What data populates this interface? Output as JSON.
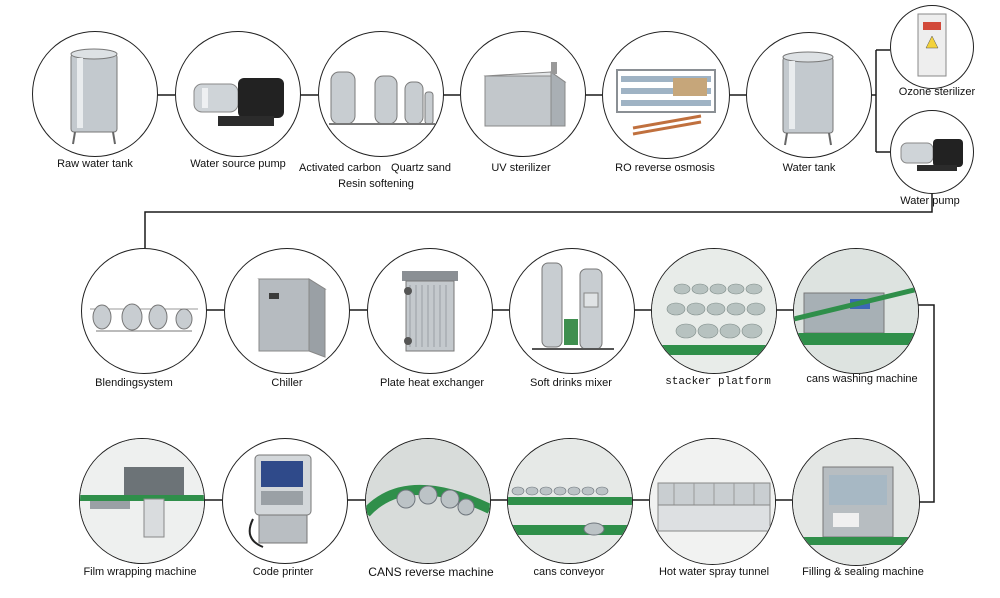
{
  "row1": [
    {
      "id": "raw-water-tank",
      "label": "Raw water tank",
      "icon": "tank-icon"
    },
    {
      "id": "water-source-pump",
      "label": "Water source pump",
      "icon": "pump-icon"
    },
    {
      "id": "filters",
      "label_a": "Activated carbon",
      "label_b": "Quartz sand",
      "label_c": "Resin softening",
      "icon": "filter-tanks-icon"
    },
    {
      "id": "uv-sterilizer",
      "label": "UV sterilizer",
      "icon": "uv-box-icon"
    },
    {
      "id": "ro-reverse-osmosis",
      "label": "RO reverse osmosis",
      "icon": "ro-system-icon"
    },
    {
      "id": "water-tank",
      "label": "Water tank",
      "icon": "tank-icon"
    },
    {
      "id": "ozone-sterilizer",
      "label": "Ozone sterilizer",
      "icon": "ozone-cabinet-icon"
    },
    {
      "id": "water-pump",
      "label": "Water pump",
      "icon": "pump-icon"
    }
  ],
  "row2": [
    {
      "id": "blending-system",
      "label": "Blendingsystem",
      "icon": "mixing-tanks-icon"
    },
    {
      "id": "chiller",
      "label": "Chiller",
      "icon": "chiller-icon"
    },
    {
      "id": "plate-heat-exchanger",
      "label": "Plate heat exchanger",
      "icon": "heat-exchanger-icon"
    },
    {
      "id": "soft-drinks-mixer",
      "label": "Soft drinks mixer",
      "icon": "mixer-icon"
    },
    {
      "id": "stacker-platform",
      "label": "stacker platform",
      "icon": "cans-platform-icon"
    },
    {
      "id": "cans-washing-machine",
      "label": "cans washing machine",
      "icon": "washer-icon"
    }
  ],
  "row3": [
    {
      "id": "film-wrapping-machine",
      "label": "Film wrapping machine",
      "icon": "film-wrap-icon"
    },
    {
      "id": "code-printer",
      "label": "Code printer",
      "icon": "printer-icon"
    },
    {
      "id": "cans-reverse-machine",
      "label": "CANS reverse machine",
      "icon": "cans-reverse-icon"
    },
    {
      "id": "cans-conveyor",
      "label": "cans conveyor",
      "icon": "conveyor-icon"
    },
    {
      "id": "hot-water-spray-tunnel",
      "label": "Hot water spray tunnel",
      "icon": "spray-tunnel-icon"
    },
    {
      "id": "filling-sealing-machine",
      "label": "Filling & sealing machine",
      "icon": "filling-machine-icon"
    }
  ],
  "colors": {
    "line": "#1a1a1a",
    "steel": "#b8bec4",
    "steel_dark": "#6f767d",
    "green": "#2f8f4a",
    "blue": "#3c67b5"
  }
}
